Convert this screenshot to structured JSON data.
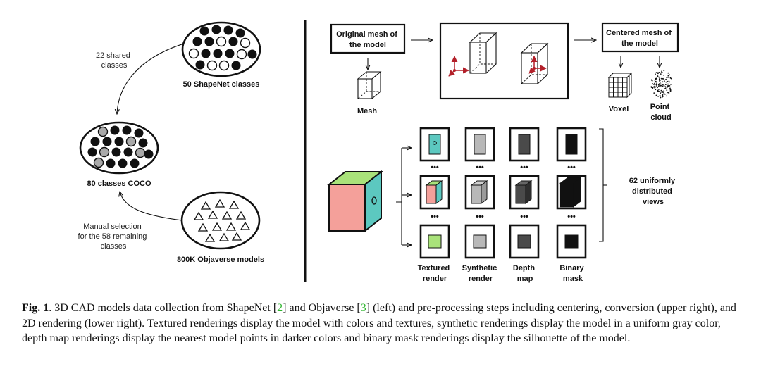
{
  "left": {
    "shapenet_label": "50 ShapeNet classes",
    "shared_note": [
      "22 shared",
      "classes"
    ],
    "coco_label": "80 classes COCO",
    "objaverse_label": "800K Objaverse models",
    "manual_note": [
      "Manual selection",
      "for the 58 remaining",
      "classes"
    ]
  },
  "right": {
    "original_mesh": [
      "Original mesh of",
      "the model"
    ],
    "centered_mesh": [
      "Centered mesh of",
      "the model"
    ],
    "mesh_label": "Mesh",
    "voxel_label": "Voxel",
    "point_cloud_label": [
      "Point",
      "cloud"
    ],
    "views_note": [
      "62 uniformly",
      "distributed",
      "views"
    ],
    "dots": "•••",
    "columns": [
      {
        "label": [
          "Textured",
          "render"
        ]
      },
      {
        "label": [
          "Synthetic",
          "render"
        ]
      },
      {
        "label": [
          "Depth",
          "map"
        ]
      },
      {
        "label": [
          "Binary",
          "mask"
        ]
      }
    ]
  },
  "colors": {
    "render_teal": "#5cc8c0",
    "render_pink": "#f4a09a",
    "render_green": "#a9e27a",
    "synthetic_gray": "#b8b8b8",
    "depth_gray": "#4a4a4a",
    "mask_black": "#111111",
    "axis_red": "#b3202a",
    "citation_green": "#2fb52f"
  },
  "caption": {
    "fig_ref": "Fig. 1",
    "before_ref1": ". 3D CAD models data collection from ShapeNet [",
    "ref1": "2",
    "between_refs": "] and Objaverse [",
    "ref2": "3",
    "after_ref2": "] (left) and pre-processing steps including centering, conversion (upper right), and 2D rendering (lower right). Textured renderings display the model with colors and textures, synthetic renderings display the model in a uniform gray color, depth map renderings display the nearest model points in darker colors and binary mask renderings display the silhouette of the model."
  }
}
